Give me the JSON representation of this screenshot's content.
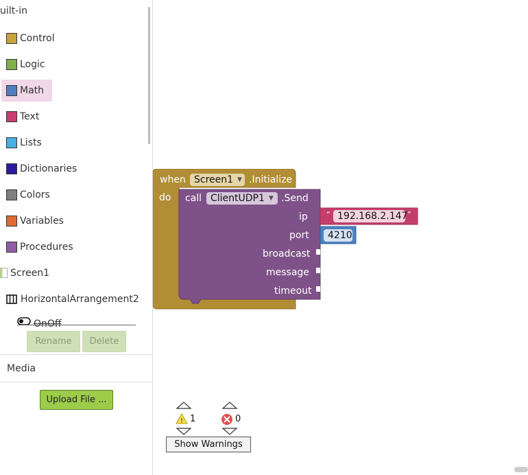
{
  "sidebar": {
    "header": "uilt-in",
    "items": [
      {
        "label": "Control",
        "color": "#c8a23c"
      },
      {
        "label": "Logic",
        "color": "#7fb04a"
      },
      {
        "label": "Math",
        "color": "#4f7fc0"
      },
      {
        "label": "Text",
        "color": "#c93d6f"
      },
      {
        "label": "Lists",
        "color": "#4ab0e0"
      },
      {
        "label": "Dictionaries",
        "color": "#2a1b9a"
      },
      {
        "label": "Colors",
        "color": "#7f7f7f"
      },
      {
        "label": "Variables",
        "color": "#e06a34"
      },
      {
        "label": "Procedures",
        "color": "#8f5ea5"
      }
    ],
    "screen_label": "Screen1",
    "arrangement_label": "HorizontalArrangement2",
    "onoff_label": "OnOff",
    "rename_label": "Rename",
    "delete_label": "Delete",
    "media_label": "Media",
    "upload_label": "Upload File ..."
  },
  "blocks": {
    "event": {
      "when": "when",
      "component": "Screen1",
      "event": ".Initialize",
      "do": "do"
    },
    "call": {
      "call": "call",
      "component": "ClientUDP1",
      "method": ".Send",
      "params": [
        "ip",
        "port",
        "broadcast",
        "message",
        "timeout"
      ]
    },
    "ip_value": "192.168.2.147",
    "port_value": "4210",
    "quote": "“",
    "quote_close": "”"
  },
  "warnings": {
    "warning_count": "1",
    "error_count": "0",
    "show_label": "Show Warnings"
  }
}
